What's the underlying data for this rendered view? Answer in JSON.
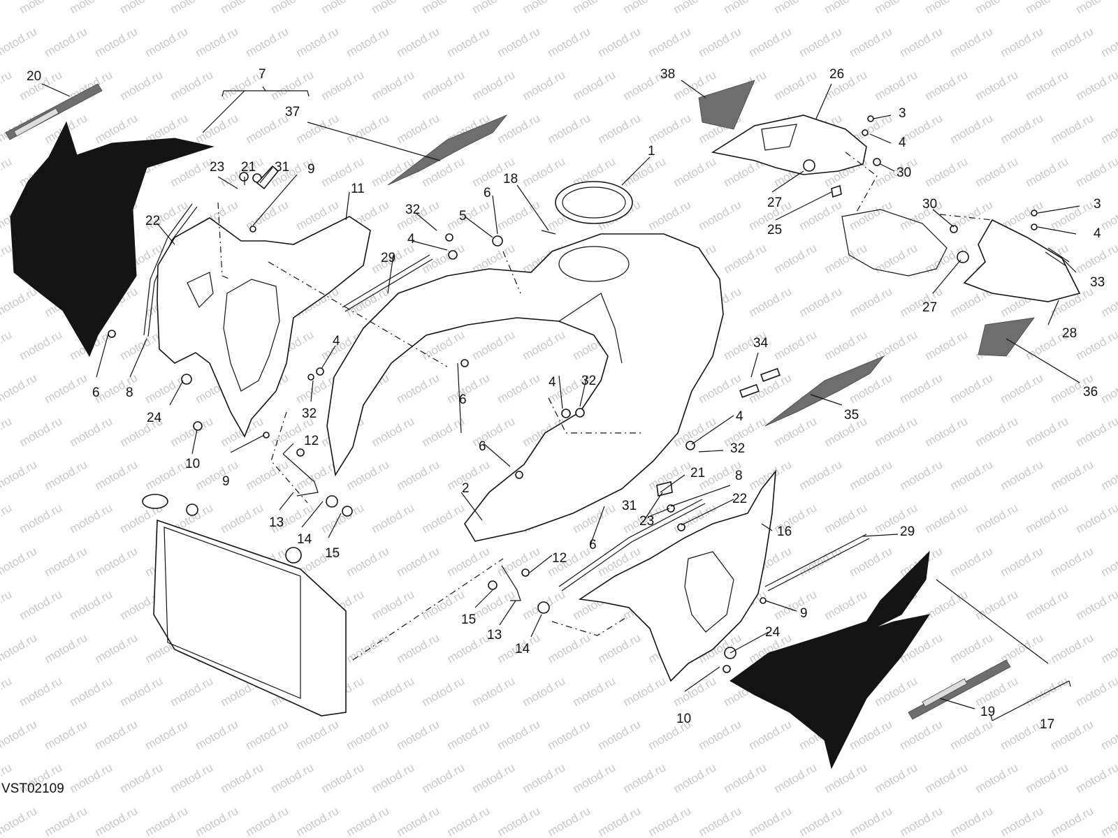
{
  "drawing_code": "VST02109",
  "watermark": "motod.ru",
  "callouts": [
    {
      "id": "c1",
      "label": "1"
    },
    {
      "id": "c2",
      "label": "2"
    },
    {
      "id": "c3a",
      "label": "3"
    },
    {
      "id": "c3b",
      "label": "3"
    },
    {
      "id": "c4a",
      "label": "4"
    },
    {
      "id": "c4b",
      "label": "4"
    },
    {
      "id": "c4c",
      "label": "4"
    },
    {
      "id": "c4d",
      "label": "4"
    },
    {
      "id": "c4e",
      "label": "4"
    },
    {
      "id": "c4f",
      "label": "4"
    },
    {
      "id": "c5",
      "label": "5"
    },
    {
      "id": "c6a",
      "label": "6"
    },
    {
      "id": "c6b",
      "label": "6"
    },
    {
      "id": "c6c",
      "label": "6"
    },
    {
      "id": "c6d",
      "label": "6"
    },
    {
      "id": "c6e",
      "label": "6"
    },
    {
      "id": "c7",
      "label": "7"
    },
    {
      "id": "c8a",
      "label": "8"
    },
    {
      "id": "c8b",
      "label": "8"
    },
    {
      "id": "c9a",
      "label": "9"
    },
    {
      "id": "c9b",
      "label": "9"
    },
    {
      "id": "c9c",
      "label": "9"
    },
    {
      "id": "c10a",
      "label": "10"
    },
    {
      "id": "c10b",
      "label": "10"
    },
    {
      "id": "c11",
      "label": "11"
    },
    {
      "id": "c12a",
      "label": "12"
    },
    {
      "id": "c12b",
      "label": "12"
    },
    {
      "id": "c13a",
      "label": "13"
    },
    {
      "id": "c13b",
      "label": "13"
    },
    {
      "id": "c14a",
      "label": "14"
    },
    {
      "id": "c14b",
      "label": "14"
    },
    {
      "id": "c15a",
      "label": "15"
    },
    {
      "id": "c15b",
      "label": "15"
    },
    {
      "id": "c16",
      "label": "16"
    },
    {
      "id": "c17",
      "label": "17"
    },
    {
      "id": "c18",
      "label": "18"
    },
    {
      "id": "c19",
      "label": "19"
    },
    {
      "id": "c20",
      "label": "20"
    },
    {
      "id": "c21a",
      "label": "21"
    },
    {
      "id": "c21b",
      "label": "21"
    },
    {
      "id": "c22a",
      "label": "22"
    },
    {
      "id": "c22b",
      "label": "22"
    },
    {
      "id": "c23a",
      "label": "23"
    },
    {
      "id": "c23b",
      "label": "23"
    },
    {
      "id": "c24a",
      "label": "24"
    },
    {
      "id": "c24b",
      "label": "24"
    },
    {
      "id": "c25",
      "label": "25"
    },
    {
      "id": "c26",
      "label": "26"
    },
    {
      "id": "c27a",
      "label": "27"
    },
    {
      "id": "c27b",
      "label": "27"
    },
    {
      "id": "c28",
      "label": "28"
    },
    {
      "id": "c29a",
      "label": "29"
    },
    {
      "id": "c29b",
      "label": "29"
    },
    {
      "id": "c30a",
      "label": "30"
    },
    {
      "id": "c30b",
      "label": "30"
    },
    {
      "id": "c31a",
      "label": "31"
    },
    {
      "id": "c31b",
      "label": "31"
    },
    {
      "id": "c32a",
      "label": "32"
    },
    {
      "id": "c32b",
      "label": "32"
    },
    {
      "id": "c32c",
      "label": "32"
    },
    {
      "id": "c32d",
      "label": "32"
    },
    {
      "id": "c33",
      "label": "33"
    },
    {
      "id": "c34",
      "label": "34"
    },
    {
      "id": "c35",
      "label": "35"
    },
    {
      "id": "c36",
      "label": "36"
    },
    {
      "id": "c37",
      "label": "37"
    },
    {
      "id": "c38",
      "label": "38"
    }
  ]
}
